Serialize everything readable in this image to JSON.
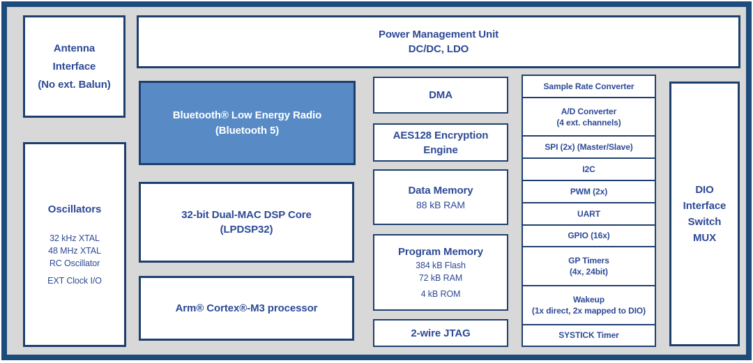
{
  "colors": {
    "outer_frame_border": "#1d4b7c",
    "box_border": "#1e3f6e",
    "canvas_gray": "#d8d8d8",
    "box_fill": "#ffffff",
    "bluetooth_fill": "#588bc6",
    "text_navy": "#2d4996",
    "text_white": "#ffffff"
  },
  "blocks": {
    "antenna": {
      "lines": [
        "Antenna",
        "Interface",
        "(No ext. Balun)"
      ]
    },
    "pmu": {
      "line1": "Power Management Unit",
      "line2": "DC/DC, LDO"
    },
    "bluetooth": {
      "line1": "Bluetooth® Low Energy Radio",
      "line2": "(Bluetooth 5)"
    },
    "oscillators": {
      "title": "Oscillators",
      "items": [
        "32 kHz XTAL",
        "48 MHz XTAL",
        "RC Oscillator",
        "EXT Clock I/O"
      ]
    },
    "dsp": {
      "line1": "32-bit Dual-MAC DSP Core",
      "line2": "(LPDSP32)"
    },
    "cortex": {
      "label": "Arm® Cortex®-M3 processor"
    },
    "dma": {
      "label": "DMA"
    },
    "aes": {
      "line1": "AES128 Encryption",
      "line2": "Engine"
    },
    "data_memory": {
      "title": "Data Memory",
      "sub": "88 kB RAM"
    },
    "program_memory": {
      "title": "Program Memory",
      "items": [
        "384 kB Flash",
        "72 kB RAM",
        "4 kB ROM"
      ]
    },
    "jtag": {
      "label": "2-wire JTAG"
    },
    "dio": {
      "lines": [
        "DIO",
        "Interface",
        "Switch",
        "MUX"
      ]
    },
    "peripherals": {
      "rows": [
        {
          "l1": "Sample Rate Converter"
        },
        {
          "l1": "A/D Converter",
          "l2": "(4 ext. channels)"
        },
        {
          "l1": "SPI (2x) (Master/Slave)"
        },
        {
          "l1": "I2C"
        },
        {
          "l1": "PWM (2x)"
        },
        {
          "l1": "UART"
        },
        {
          "l1": "GPIO (16x)"
        },
        {
          "l1": "GP Timers",
          "l2": "(4x, 24bit)"
        },
        {
          "l1": "Wakeup",
          "l2": "(1x direct, 2x mapped to DIO)"
        },
        {
          "l1": "SYSTICK Timer"
        }
      ]
    }
  }
}
